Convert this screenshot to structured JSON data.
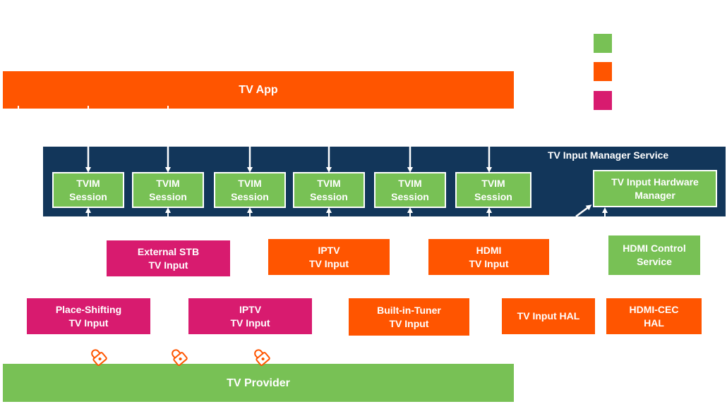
{
  "legend": {
    "items": [
      {
        "color": "#78c155"
      },
      {
        "color": "#ff5500"
      },
      {
        "color": "#d81b6f"
      }
    ]
  },
  "nodes": {
    "tv_app": "TV App",
    "tvims": "TV Input Manager Service",
    "sessions": [
      "TVIM\nSession",
      "TVIM\nSession",
      "TVIM\nSession",
      "TVIM\nSession",
      "TVIM\nSession",
      "TVIM\nSession"
    ],
    "hw_manager": "TV Input Hardware\nManager",
    "external_stb": "External STB\nTV Input",
    "iptv_upper": "IPTV\nTV Input",
    "hdmi_input": "HDMI\nTV Input",
    "hdmi_control": "HDMI Control\nService",
    "place_shifting": "Place-Shifting\nTV Input",
    "iptv_lower": "IPTV\nTV Input",
    "builtin_tuner": "Built-in-Tuner\nTV Input",
    "tv_input_hal": "TV Input HAL",
    "hdmi_cec_hal": "HDMI-CEC\nHAL",
    "tv_provider": "TV Provider"
  },
  "colors": {
    "system": "#78c155",
    "app": "#ff5500",
    "third_party": "#d81b6f",
    "service_bg": "#12365a"
  },
  "icons": [
    "lock-icon",
    "lock-icon",
    "lock-icon"
  ]
}
